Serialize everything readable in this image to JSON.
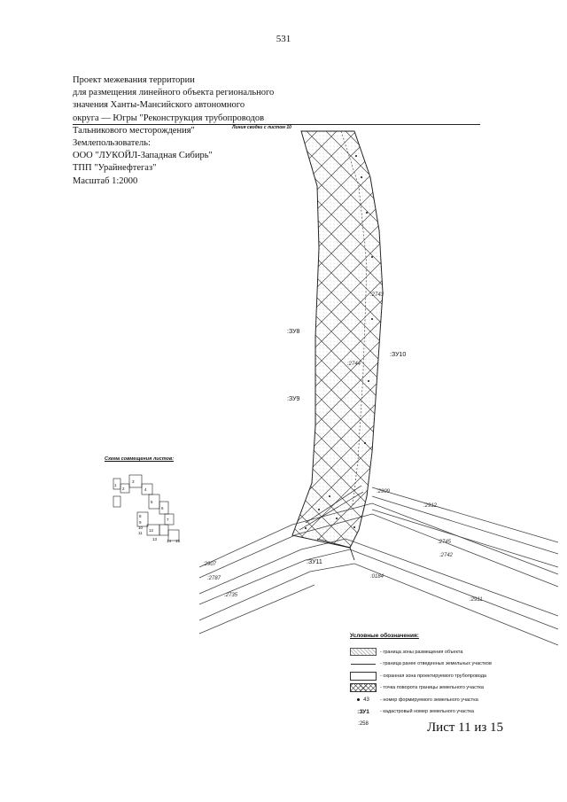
{
  "page_number": "531",
  "header": {
    "lines": [
      "Проект межевания территории",
      "для размещения линейного объекта регионального",
      "значения Ханты-Мансийского автономного",
      "округа — Югры \"Реконструкция трубопроводов",
      "Тальникового месторождения\"",
      "Землепользователь:",
      "ООО \"ЛУКОЙЛ-Западная Сибирь\"",
      "ТПП \"Урайнефтегаз\"",
      "Масштаб 1:2000"
    ]
  },
  "sheet_link_note": "Линия сводки с листом 10",
  "map_labels": {
    "zu8": ":ЗУ8",
    "zu9": ":ЗУ9",
    "zu10": ":ЗУ10",
    "zu11": ":ЗУ11",
    "cad_2743": ":2743",
    "cad_2744": ":2744",
    "cad_2909": ":2909",
    "cad_2912": ":2912",
    "cad_2745": ":2745",
    "cad_2742": ":2742",
    "cad_2907": ":2907",
    "cad_2787": ":2787",
    "cad_2735": ":2735",
    "cad_0184": ":0184",
    "cad_2911": ":2911"
  },
  "scheme": {
    "title": "Схема совмещения листов:",
    "sheet_numbers": [
      "1",
      "2",
      "3",
      "4",
      "5",
      "6",
      "7",
      "8",
      "9",
      "10",
      "11",
      "12",
      "13",
      "14",
      "15"
    ]
  },
  "legend": {
    "title": "Условные обозначения:",
    "items": [
      {
        "symbol": "hatch",
        "text": "- граница зоны размещения объекта"
      },
      {
        "symbol": "line",
        "text": "- граница ранее отведенных земельных участков"
      },
      {
        "symbol": "rect",
        "text": "- охранная зона проектируемого трубопровода"
      },
      {
        "symbol": "crosshatch",
        "text": "- точка поворота границы земельного участка"
      },
      {
        "symbol": "point",
        "symbol_label": "43",
        "text": "- номер формируемого земельного участка"
      },
      {
        "symbol": "zu",
        "symbol_label": ":ЗУ1",
        "text": "- кадастровый номер земельного участка"
      },
      {
        "symbol": "cad",
        "symbol_label": ":258",
        "text": ""
      }
    ]
  },
  "sheet_label": "Лист 11 из 15"
}
